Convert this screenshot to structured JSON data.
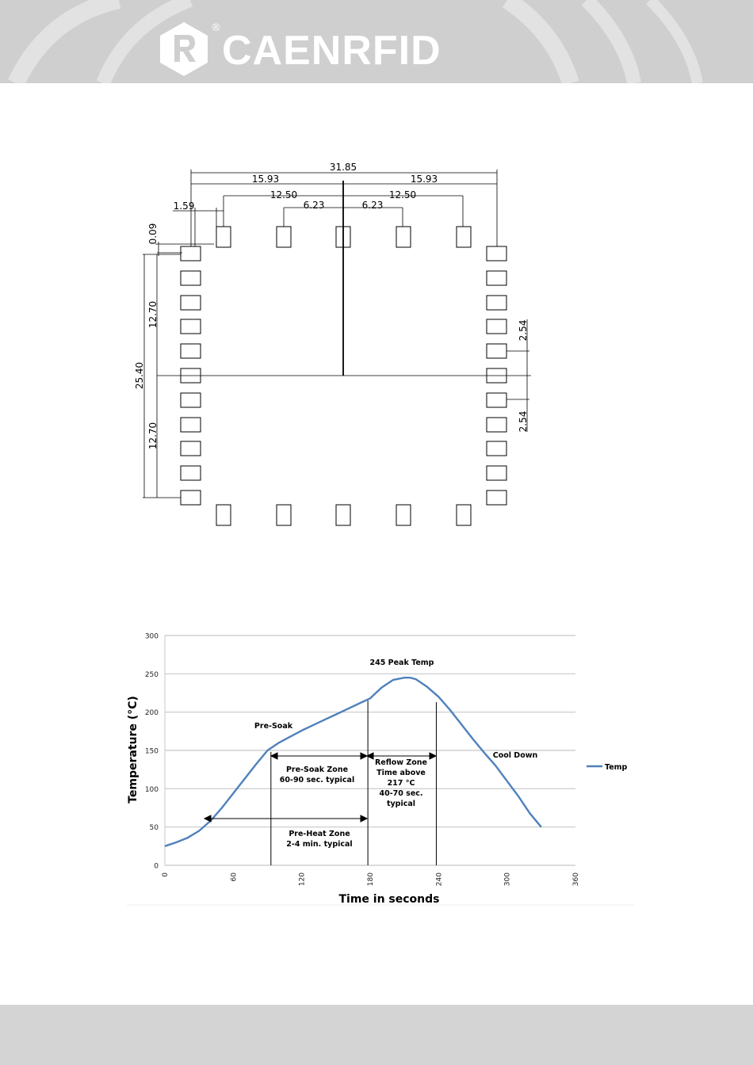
{
  "header": {
    "brand": "CAENRFID",
    "registered_mark": "®",
    "brand_color": "#ffffff",
    "background_color": "#cfcfcf",
    "logo_icon": "hexagon-r-logo-icon"
  },
  "drawing": {
    "dims": {
      "total_width": "31.85",
      "half_left": "15.93",
      "half_right": "15.93",
      "inner_left": "12.50",
      "inner_right": "12.50",
      "pitch_left": "6.23",
      "pitch_right": "6.23",
      "edge_offset": "1.59",
      "top_offset": "0.09",
      "height_total": "25.40",
      "height_upper": "12.70",
      "height_lower": "12.70",
      "pitch_upper": "2.54",
      "pitch_lower": "2.54"
    }
  },
  "chart_data": {
    "type": "line",
    "title": "",
    "xlabel": "Time in seconds",
    "ylabel": "Temperature (°C)",
    "xlim": [
      0,
      360
    ],
    "ylim": [
      0,
      300
    ],
    "xticks": [
      "0",
      "60",
      "120",
      "180",
      "240",
      "300",
      "360"
    ],
    "yticks": [
      "0",
      "50",
      "100",
      "150",
      "200",
      "250",
      "300"
    ],
    "grid": true,
    "legend_position": "right",
    "line_color": "#4f81bd",
    "series": [
      {
        "name": "Temp",
        "x": [
          0,
          10,
          20,
          30,
          40,
          50,
          60,
          70,
          80,
          90,
          100,
          110,
          120,
          130,
          140,
          150,
          160,
          170,
          180,
          190,
          200,
          210,
          215,
          220,
          230,
          240,
          250,
          260,
          270,
          280,
          290,
          300,
          310,
          320,
          330
        ],
        "values": [
          25,
          30,
          36,
          45,
          58,
          75,
          94,
          113,
          132,
          150,
          160,
          168,
          176,
          183,
          190,
          197,
          204,
          211,
          218,
          232,
          242,
          245,
          245,
          243,
          233,
          220,
          203,
          184,
          165,
          147,
          130,
          110,
          90,
          68,
          50
        ]
      }
    ],
    "vlines": [
      93,
      178,
      238
    ],
    "annotations": {
      "peak": "245 Peak Temp",
      "presoak": "Pre-Soak",
      "cooldown": "Cool Down",
      "presoak_zone_1": "Pre-Soak Zone",
      "presoak_zone_2": "60-90 sec. typical",
      "preheat_zone_1": "Pre-Heat Zone",
      "preheat_zone_2": "2-4 min. typical",
      "reflow_1": "Reflow Zone",
      "reflow_2": "Time above",
      "reflow_3": "217 °C",
      "reflow_4": "40-70 sec.",
      "reflow_5": "typical"
    }
  }
}
